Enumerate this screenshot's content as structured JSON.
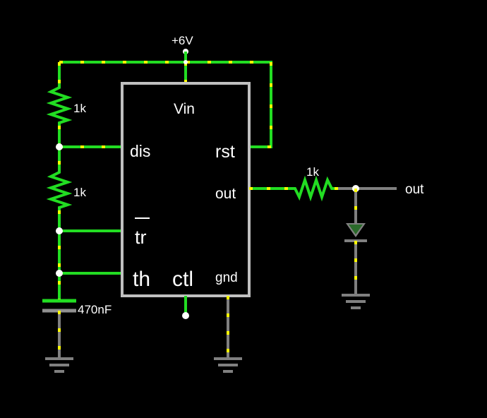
{
  "circuit": {
    "supply_label": "+6V",
    "r1_label": "1k",
    "r2_label": "1k",
    "r_out_label": "1k",
    "cap_label": "470nF",
    "out_label": "out",
    "chip": {
      "vin": "Vin",
      "dis": "dis",
      "rst": "rst",
      "out": "out",
      "tr": "tr",
      "th": "th",
      "ctl": "ctl",
      "gnd": "gnd"
    }
  },
  "colors": {
    "background": "#000000",
    "live_wire": "#22dd22",
    "current_dot": "#ffff00",
    "idle_wire": "#808080",
    "chip_outline": "#c0c0c0",
    "node": "#ffffff"
  }
}
